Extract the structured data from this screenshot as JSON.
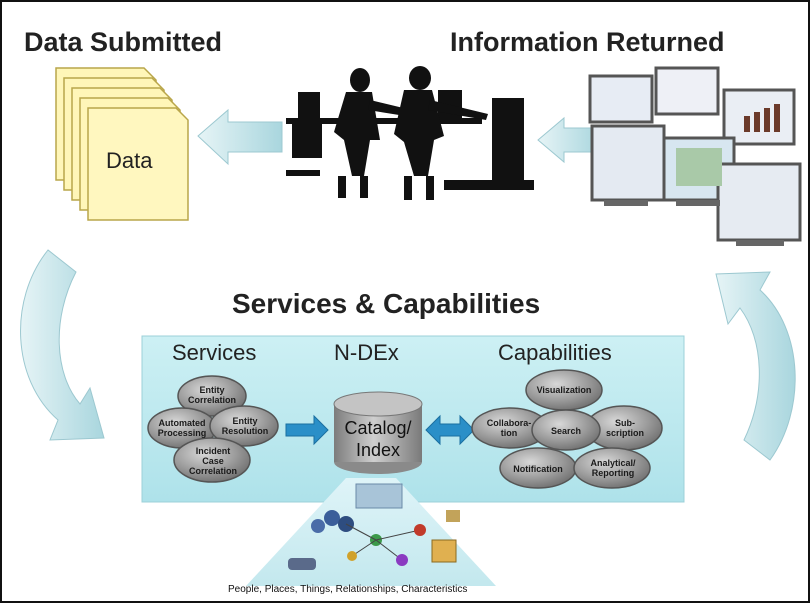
{
  "header": {
    "left_title": "Data Submitted",
    "right_title": "Information Returned"
  },
  "data_stack": {
    "label": "Data"
  },
  "middle": {
    "title": "Services & Capabilities",
    "services_label": "Services",
    "ndex_label": "N-DEx",
    "capabilities_label": "Capabilities",
    "catalog_line1": "Catalog/",
    "catalog_line2": "Index"
  },
  "services": {
    "entity_correlation": "Entity Correlation",
    "automated_processing": "Automated Processing",
    "entity_resolution": "Entity Resolution",
    "incident_case_correlation": "Incident Case Correlation"
  },
  "capabilities": {
    "visualization": "Visualization",
    "collaboration": "Collabora-tion",
    "search": "Search",
    "subscription": "Sub-scription",
    "notification": "Notification",
    "analytical_reporting": "Analytical/ Reporting"
  },
  "footer": {
    "caption": "People, Places, Things, Relationships, Characteristics"
  },
  "colors": {
    "panel": "#bfeaf0",
    "arrow": "#c4e3e9",
    "node": "#8a8a8a",
    "catalog": "#9a9a9a",
    "doc": "#fff6b8",
    "blue_arrow": "#2a8fc8"
  }
}
